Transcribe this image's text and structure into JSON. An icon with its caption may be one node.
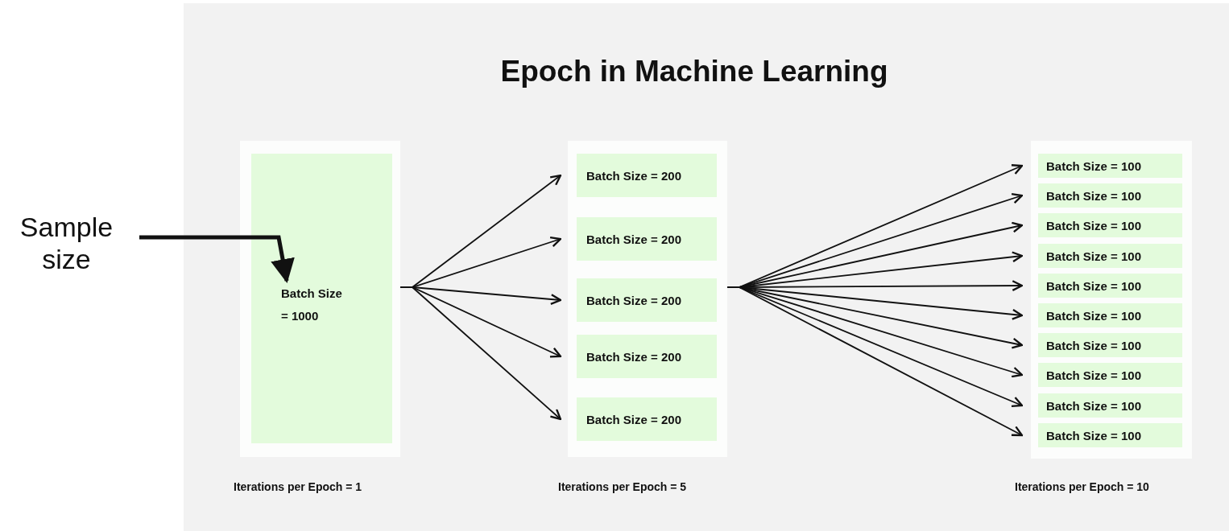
{
  "diagram": {
    "title": "Epoch in Machine Learning",
    "nodes": [
      {
        "text": [
          "Sample size"
        ]
      },
      {
        "text": [],
        "shape": "box",
        "beside": [
          "Iterations per Epoch = 1"
        ]
      },
      {
        "text": [
          "Batch Size = 1000"
        ],
        "in": 1
      },
      {
        "text": [],
        "shape": "box",
        "beside": [
          "Iterations per Epoch = 5"
        ]
      },
      {
        "text": [
          "Batch Size = 200"
        ],
        "in": 3
      },
      {
        "text": [
          "Batch Size = 200"
        ],
        "in": 3
      },
      {
        "text": [
          "Batch Size = 200"
        ],
        "in": 3
      },
      {
        "text": [
          "Batch Size = 200"
        ],
        "in": 3
      },
      {
        "text": [
          "Batch Size = 200"
        ],
        "in": 3
      },
      {
        "text": [],
        "shape": "box",
        "beside": [
          "Iterations per Epoch = 10"
        ]
      },
      {
        "text": [
          "Batch Size = 100"
        ],
        "in": 9
      },
      {
        "text": [
          "Batch Size = 100"
        ],
        "in": 9
      },
      {
        "text": [
          "Batch Size = 100"
        ],
        "in": 9
      },
      {
        "text": [
          "Batch Size = 100"
        ],
        "in": 9
      },
      {
        "text": [
          "Batch Size = 100"
        ],
        "in": 9
      },
      {
        "text": [
          "Batch Size = 100"
        ],
        "in": 9
      },
      {
        "text": [
          "Batch Size = 100"
        ],
        "in": 9
      },
      {
        "text": [
          "Batch Size = 100"
        ],
        "in": 9
      },
      {
        "text": [
          "Batch Size = 100"
        ],
        "in": 9
      },
      {
        "text": [
          "Batch Size = 100"
        ],
        "in": 9
      }
    ],
    "edges": [
      {
        "from": 0,
        "to": 2,
        "arrow": "to",
        "style": "thick"
      },
      {
        "from": 1,
        "to": 4,
        "arrow": "to"
      },
      {
        "from": 1,
        "to": 5,
        "arrow": "to"
      },
      {
        "from": 1,
        "to": 6,
        "arrow": "to"
      },
      {
        "from": 1,
        "to": 7,
        "arrow": "to"
      },
      {
        "from": 1,
        "to": 8,
        "arrow": "to"
      },
      {
        "from": 3,
        "to": 10,
        "arrow": "to"
      },
      {
        "from": 3,
        "to": 11,
        "arrow": "to"
      },
      {
        "from": 3,
        "to": 12,
        "arrow": "to"
      },
      {
        "from": 3,
        "to": 13,
        "arrow": "to"
      },
      {
        "from": 3,
        "to": 14,
        "arrow": "to"
      },
      {
        "from": 3,
        "to": 15,
        "arrow": "to"
      },
      {
        "from": 3,
        "to": 16,
        "arrow": "to"
      },
      {
        "from": 3,
        "to": 17,
        "arrow": "to"
      },
      {
        "from": 3,
        "to": 18,
        "arrow": "to"
      },
      {
        "from": 3,
        "to": 19,
        "arrow": "to"
      }
    ]
  }
}
